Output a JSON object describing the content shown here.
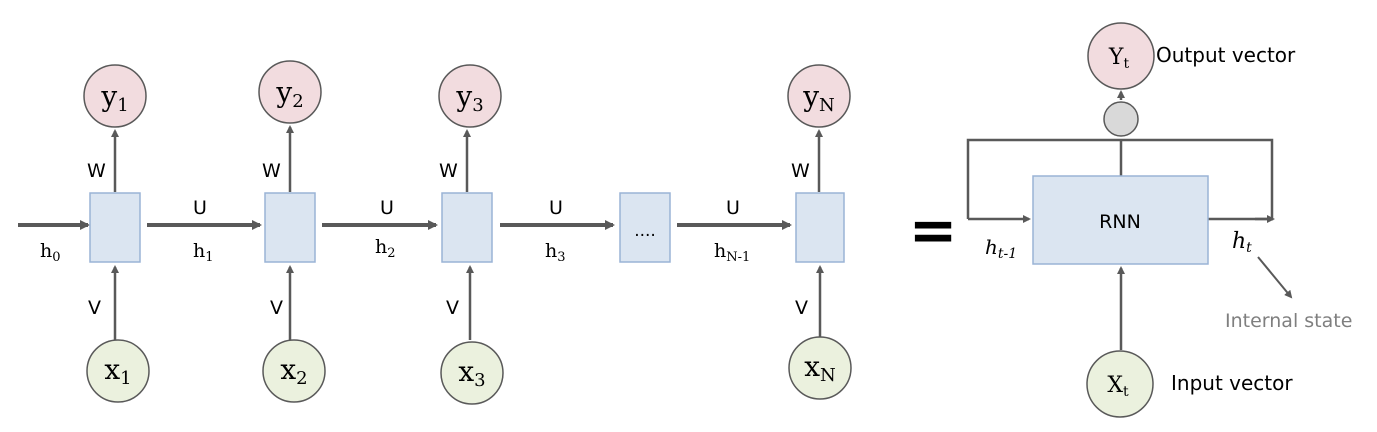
{
  "unrolled": {
    "steps": [
      {
        "y_base": "y",
        "y_sub": "1",
        "x_base": "x",
        "x_sub": "1",
        "w_label": "W",
        "v_label": "V"
      },
      {
        "y_base": "y",
        "y_sub": "2",
        "x_base": "x",
        "x_sub": "2",
        "w_label": "W",
        "v_label": "V"
      },
      {
        "y_base": "y",
        "y_sub": "3",
        "x_base": "x",
        "x_sub": "3",
        "w_label": "W",
        "v_label": "V"
      },
      {
        "y_base": "y",
        "y_sub": "N",
        "x_base": "x",
        "x_sub": "N",
        "w_label": "W",
        "v_label": "V"
      }
    ],
    "ellipsis": "....",
    "h0": {
      "base": "h",
      "sub": "0"
    },
    "transitions": [
      {
        "u_label": "U",
        "h_base": "h",
        "h_sub": "1"
      },
      {
        "u_label": "U",
        "h_base": "h",
        "h_sub": "2"
      },
      {
        "u_label": "U",
        "h_base": "h",
        "h_sub": "3"
      },
      {
        "u_label": "U",
        "h_base": "h",
        "h_sub": "N-1"
      }
    ]
  },
  "equals": "=",
  "rolled": {
    "rnn_label": "RNN",
    "output_node": {
      "base": "Y",
      "sub": "t"
    },
    "output_label": "Output vector",
    "input_node": {
      "base": "X",
      "sub": "t"
    },
    "input_label": "Input vector",
    "h_prev": {
      "base": "h",
      "sub": "t-1"
    },
    "h_curr": {
      "base": "h",
      "sub": "t"
    },
    "internal_state_label": "Internal state"
  },
  "colors": {
    "output_fill": "#f2dcdf",
    "input_fill": "#ebf1de",
    "cell_fill": "#dbe5f1",
    "cell_stroke": "#9ab3d5",
    "gate_fill": "#d9d9d9",
    "arrow": "#595959",
    "text": "#000000",
    "muted_text": "#7f7f7f"
  }
}
